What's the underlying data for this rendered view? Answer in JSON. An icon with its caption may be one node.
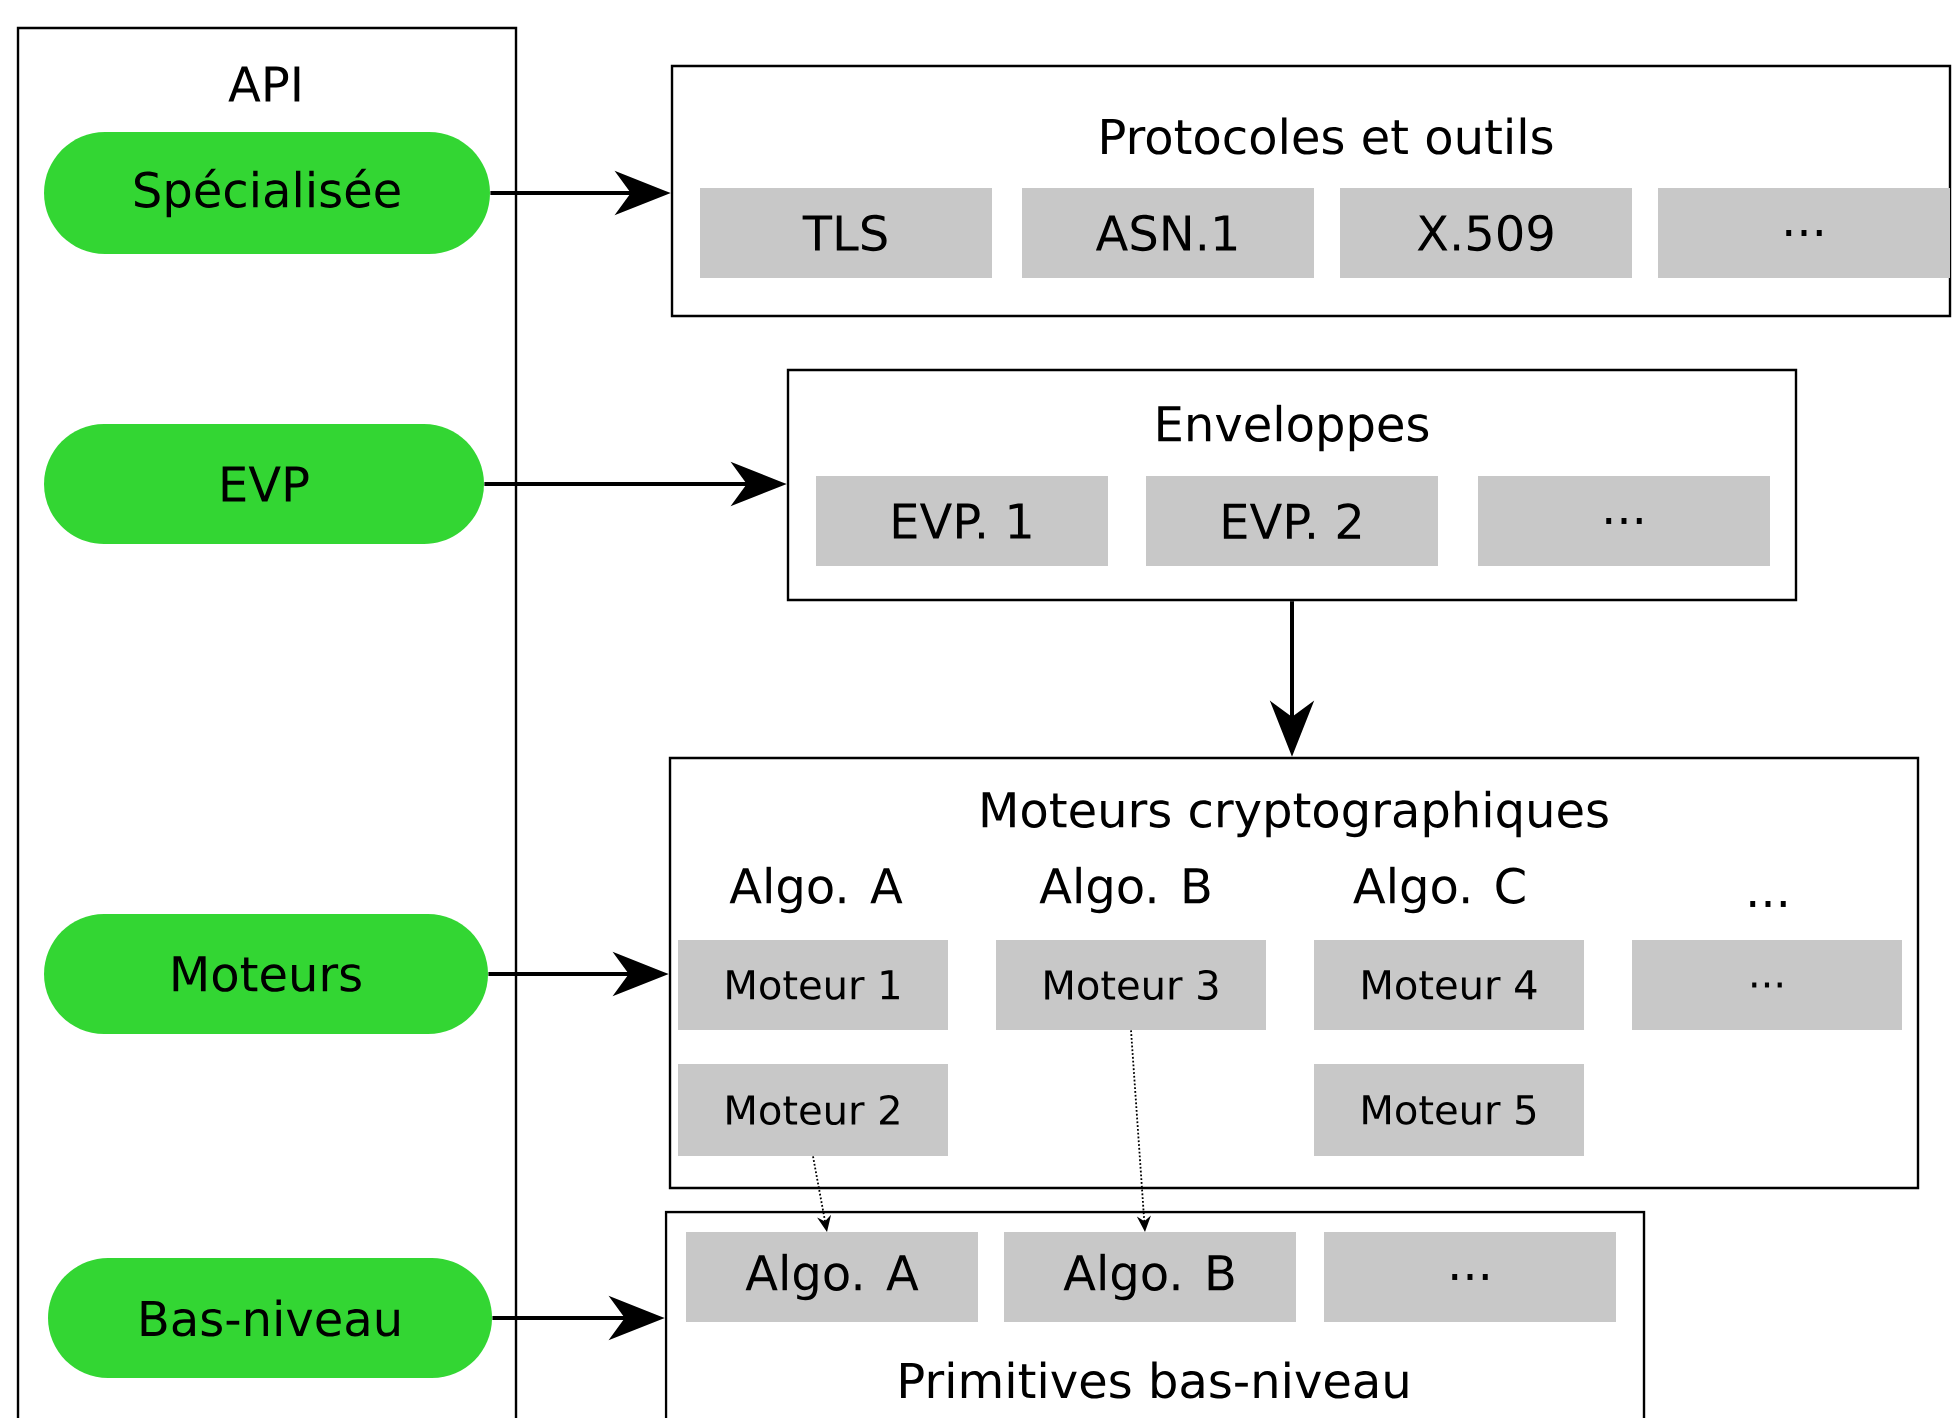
{
  "diagram": {
    "nodes": [
      {
        "text": [
          "API"
        ]
      },
      {
        "text": [
          "Spécialisée"
        ],
        "in": 0
      },
      {
        "text": [
          "EVP"
        ],
        "in": 0
      },
      {
        "text": [
          "Moteurs"
        ],
        "in": 0
      },
      {
        "text": [
          "Bas-niveau"
        ],
        "in": 0
      },
      {
        "text": [
          "Protocoles et outils"
        ]
      },
      {
        "text": [
          "TLS"
        ],
        "in": 5
      },
      {
        "text": [
          "ASN.1"
        ],
        "in": 5
      },
      {
        "text": [
          "X.509"
        ],
        "in": 5
      },
      {
        "text": [
          "..."
        ],
        "in": 5
      },
      {
        "text": [
          "Enveloppes"
        ]
      },
      {
        "text": [
          "EVP. 1"
        ],
        "in": 10
      },
      {
        "text": [
          "EVP. 2"
        ],
        "in": 10
      },
      {
        "text": [
          "..."
        ],
        "in": 10
      },
      {
        "text": [
          "Moteurs cryptographiques",
          "Algo. A",
          "Algo. B",
          "Algo. C",
          "..."
        ]
      },
      {
        "text": [
          "Moteur 1"
        ],
        "in": 14
      },
      {
        "text": [
          "Moteur 3"
        ],
        "in": 14
      },
      {
        "text": [
          "Moteur 4"
        ],
        "in": 14
      },
      {
        "text": [
          "..."
        ],
        "in": 14
      },
      {
        "text": [
          "Moteur 2"
        ],
        "in": 14
      },
      {
        "text": [
          "Moteur 5"
        ],
        "in": 14
      },
      {
        "text": [
          "Primitives bas-niveau"
        ]
      },
      {
        "text": [
          "Algo. A"
        ],
        "in": 21
      },
      {
        "text": [
          "Algo. B"
        ],
        "in": 21
      },
      {
        "text": [
          "..."
        ],
        "in": 21
      }
    ],
    "edges": [
      {
        "from": 1,
        "to": 5,
        "arrow": "to"
      },
      {
        "from": 2,
        "to": 10,
        "arrow": "to"
      },
      {
        "from": 10,
        "to": 14,
        "arrow": "to"
      },
      {
        "from": 3,
        "to": 14,
        "arrow": "to"
      },
      {
        "from": 4,
        "to": 21,
        "arrow": "to"
      },
      {
        "from": 19,
        "to": 22,
        "arrow": "to",
        "style": "dashed"
      },
      {
        "from": 16,
        "to": 23,
        "arrow": "to",
        "style": "dashed"
      }
    ]
  }
}
